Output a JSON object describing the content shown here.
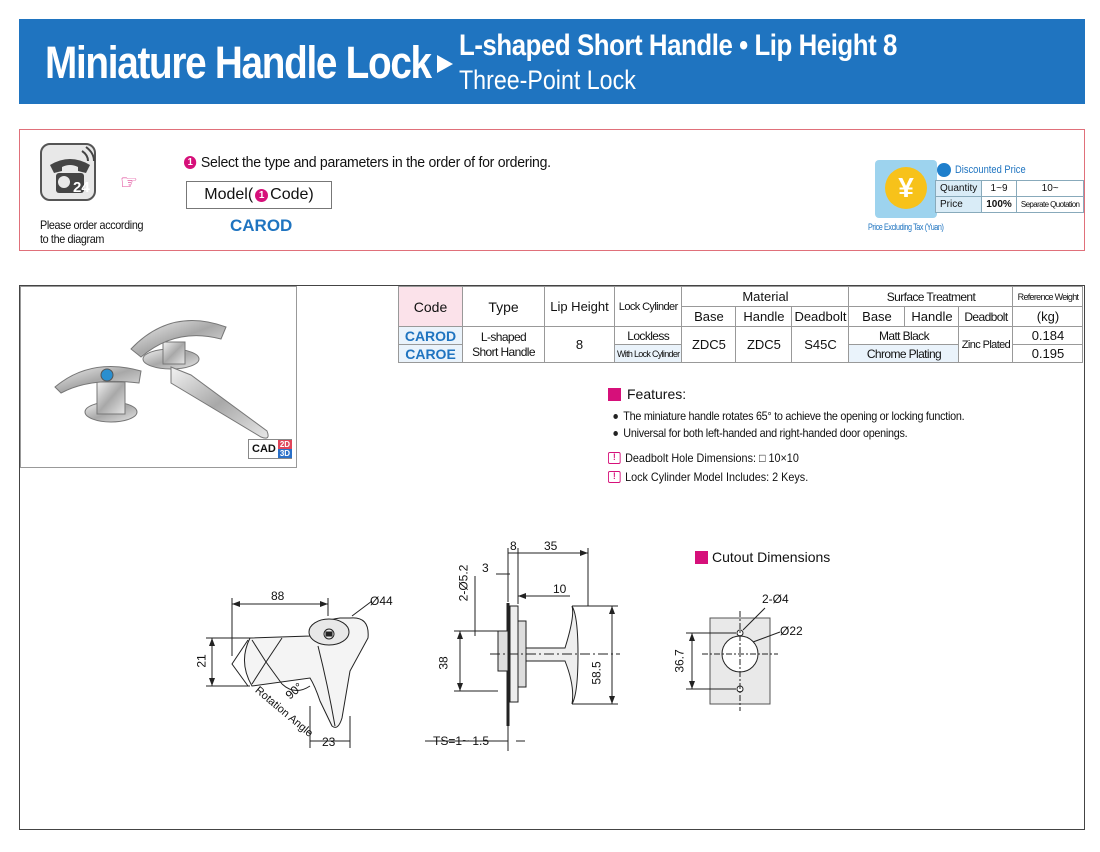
{
  "header": {
    "title": "Miniature Handle Lock",
    "subtitle_line1": "L-shaped Short Handle • Lip Height 8",
    "subtitle_line2": "Three-Point Lock",
    "color": "#1f74c0"
  },
  "order": {
    "phone_badge": "24",
    "note": "Please order according to the diagram",
    "step_marker": "1",
    "step_text": "Select the type and parameters in the order of for ordering.",
    "model_prefix": "Model(",
    "model_code": "Code)",
    "example_code": "CAROD",
    "yen_symbol": "¥",
    "price_note": "Price Excluding Tax (Yuan)",
    "discount_title": "Discounted Price",
    "price_table": {
      "rows": [
        [
          "Quantity",
          "1~9",
          "10~"
        ],
        [
          "Price",
          "100%",
          "Separate Quotation"
        ]
      ]
    }
  },
  "cad": {
    "label": "CAD",
    "two_d": "2D",
    "three_d": "3D"
  },
  "spec_table": {
    "headers": {
      "code": "Code",
      "type": "Type",
      "lip_height": "Lip Height",
      "lock_cylinder": "Lock Cylinder",
      "material": "Material",
      "surface": "Surface Treatment",
      "weight": "Reference Weight",
      "weight_unit": "(kg)",
      "base": "Base",
      "handle": "Handle",
      "deadbolt": "Deadbolt"
    },
    "rows": [
      {
        "code": "CAROD",
        "lock": "Lockless",
        "surface_handle": "Matt Black",
        "weight": "0.184"
      },
      {
        "code": "CAROE",
        "lock": "With Lock Cylinder",
        "surface_handle": "Chrome Plating",
        "weight": "0.195"
      }
    ],
    "shared": {
      "type": "L-shaped Short Handle",
      "type_l1": "L-shaped",
      "type_l2": "Short Handle",
      "lip": "8",
      "base_mat": "ZDC5",
      "handle_mat": "ZDC5",
      "deadbolt_mat": "S45C",
      "surface_deadbolt": "Zinc Plated"
    }
  },
  "features": {
    "title": "Features:",
    "items": [
      "The miniature handle rotates 65° to achieve the opening or locking function.",
      "Universal for both left-handed and right-handed door openings."
    ],
    "notes": [
      "Deadbolt Hole Dimensions:  □ 10×10",
      "Lock Cylinder Model Includes: 2 Keys."
    ]
  },
  "drawing": {
    "front": {
      "d88": "88",
      "d44": "Ø44",
      "d21": "21",
      "d90": "90°",
      "rot": "Rotation Angle",
      "d23": "23"
    },
    "side": {
      "d8": "8",
      "d35": "35",
      "d3": "3",
      "d52": "2-Ø5.2",
      "d10": "10",
      "d38": "38",
      "d585": "58.5",
      "ts": "TS=1~ 1.5"
    },
    "cutout": {
      "title": "Cutout Dimensions",
      "holes": "2-Ø4",
      "d22": "Ø22",
      "d367": "36.7"
    }
  }
}
